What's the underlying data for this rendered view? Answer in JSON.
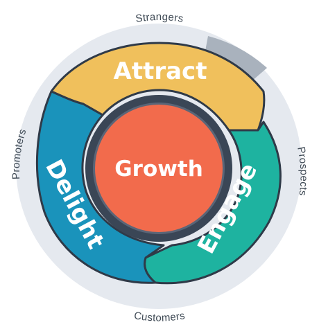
{
  "diagram": {
    "outer_ring": {
      "labels": {
        "top": "Strangers",
        "right": "Prospects",
        "bottom": "Customers",
        "left": "Promoters"
      }
    },
    "phases": [
      {
        "key": "attract",
        "label": "Attract",
        "color": "#f0c05c"
      },
      {
        "key": "engage",
        "label": "Engage",
        "color": "#1eb3a0"
      },
      {
        "key": "delight",
        "label": "Delight",
        "color": "#1a93bb"
      }
    ],
    "hub": {
      "label": "Growth",
      "color": "#f26b4c",
      "ring_color": "#3a4656"
    },
    "colors": {
      "outer_ring": "#e5e9ef",
      "ring_accent": "#a9b2bd",
      "segment_outline": "#2f3a48"
    }
  }
}
